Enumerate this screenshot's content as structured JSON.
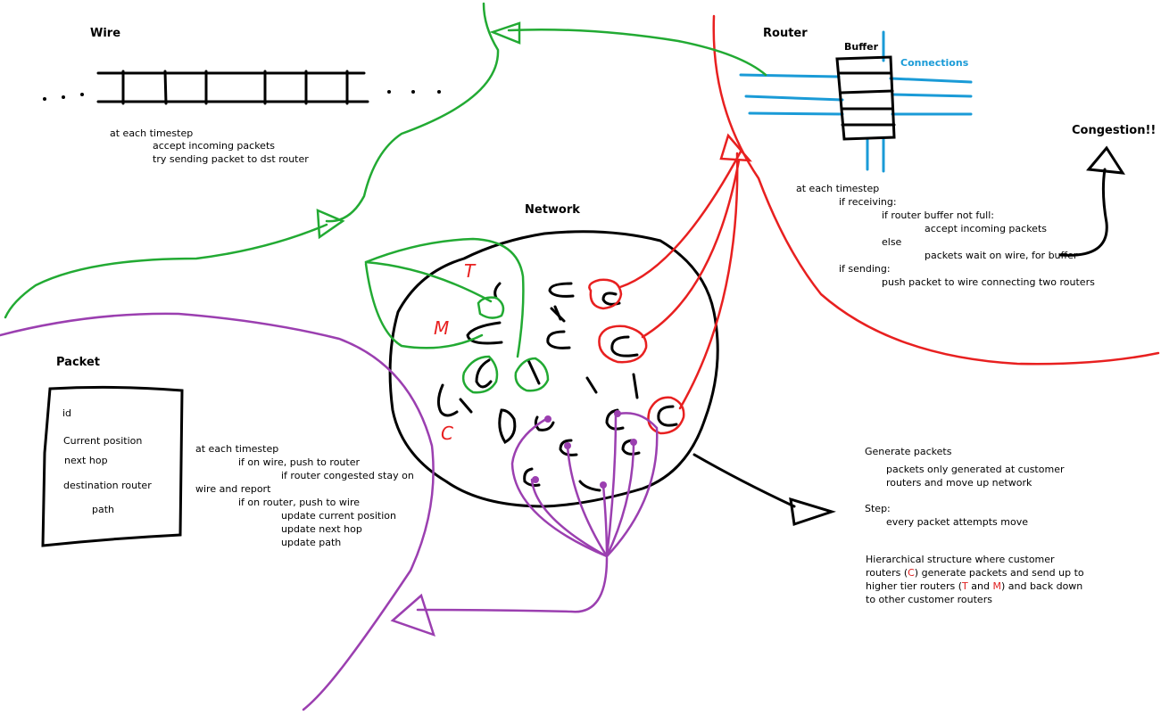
{
  "colors": {
    "wire": "#000000",
    "red": "#e82020",
    "green": "#22aa33",
    "purple": "#9b3fb0",
    "blue": "#1a9bd7"
  },
  "wire": {
    "title": "Wire",
    "dots_left": ". . .",
    "dots_right": ". . .",
    "steps": [
      "at each timestep",
      "accept incoming packets",
      "try sending packet to dst router"
    ]
  },
  "router": {
    "title": "Router",
    "buffer_label": "Buffer",
    "connections_label": "Connections",
    "congestion_label": "Congestion!!",
    "steps": [
      "at each timestep",
      "if receiving:",
      "if router buffer not full:",
      "accept incoming packets",
      "else",
      "packets wait on wire, for buffer",
      "if sending:",
      "push packet to wire connecting two routers"
    ]
  },
  "network": {
    "title": "Network",
    "label_t": "T",
    "label_m": "M",
    "label_c": "C"
  },
  "packet": {
    "title": "Packet",
    "fields": [
      "id",
      "Current position",
      "next hop",
      "destination router",
      "path"
    ],
    "steps": [
      "at each timestep",
      "if on wire, push to router",
      "if router congested stay on",
      "wire and report",
      "if on router, push to wire",
      "update current position",
      "update next hop",
      "update path"
    ]
  },
  "notes": {
    "generate_title": "Generate packets",
    "generate_line1": "packets only generated at customer",
    "generate_line2": "routers and move up network",
    "step_title": "Step:",
    "step_line": "every packet attempts move",
    "hier_line1": "Hierarchical structure where customer",
    "hier_line2_a": "routers (",
    "hier_line2_c": "C",
    "hier_line2_b": ") generate packets and send up to",
    "hier_line3_a": "higher tier routers (",
    "hier_line3_t": "T",
    "hier_line3_and": " and ",
    "hier_line3_m": "M",
    "hier_line3_b": ") and back down",
    "hier_line4": "to other customer routers"
  }
}
